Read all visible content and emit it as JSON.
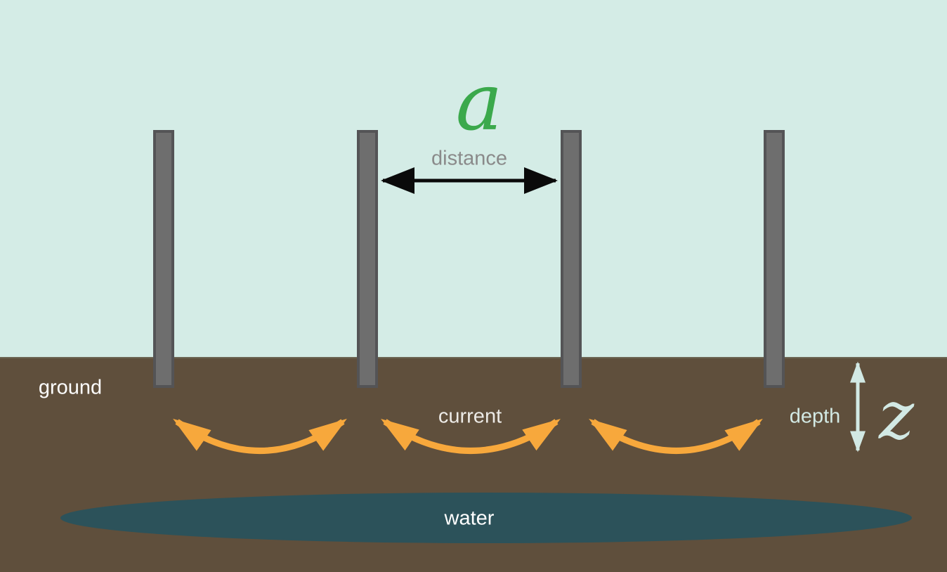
{
  "figure": {
    "type": "diagram",
    "subject": "electrode-spacing-cross-section",
    "electrode_count": 4,
    "labels": {
      "spacing_symbol": "a",
      "distance": "distance",
      "ground": "ground",
      "current": "current",
      "depth": "depth",
      "depth_symbol": "z",
      "water": "water"
    },
    "colors": {
      "sky": "#d4ece6",
      "ground": "#5f4f3c",
      "ground_line": "#6c6553",
      "water": "#2c525a",
      "electrode_fill": "#6e6e6e",
      "electrode_border": "#545456",
      "current_arrow": "#f7a83c",
      "distance_arrow": "#0a0a0a",
      "depth_arrow": "#d2e9e4",
      "spacing_symbol_green": "#3ba94c",
      "distance_text": "#8a8a8a",
      "current_text": "#eceae6",
      "white_text": "#ffffff"
    }
  }
}
